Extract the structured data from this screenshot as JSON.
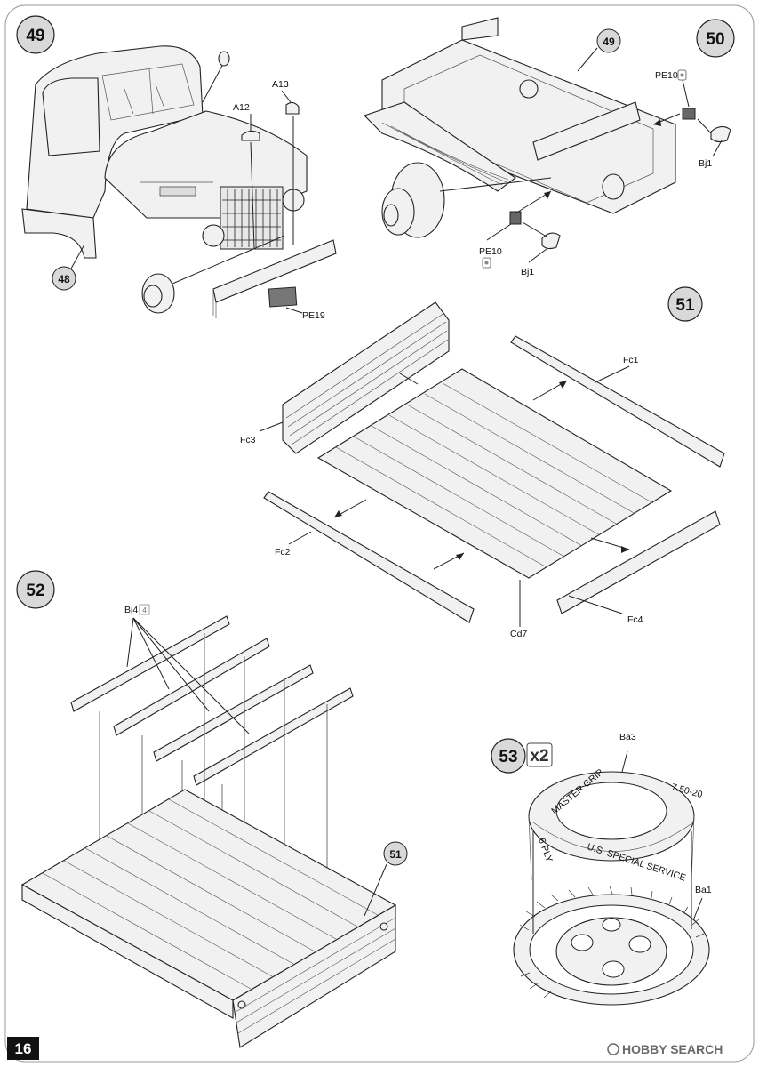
{
  "page_number": "16",
  "watermark": "HOBBY SEARCH",
  "steps": [
    {
      "number": "49",
      "parts": [
        "A13",
        "A12",
        "PE19"
      ],
      "ref_badges": [
        "48"
      ]
    },
    {
      "number": "50",
      "parts": [
        "PE10",
        "Bj1",
        "PE10",
        "Bj1"
      ],
      "ref_badges": [
        "49"
      ]
    },
    {
      "number": "51",
      "parts": [
        "Fc1",
        "Fc3",
        "Fc2",
        "Cd7",
        "Fc4"
      ],
      "ref_badges": []
    },
    {
      "number": "52",
      "parts": [
        "Bj4"
      ],
      "part_qty": "4",
      "ref_badges": [
        "51"
      ]
    },
    {
      "number": "53",
      "qty": "x2",
      "parts": [
        "Ba3",
        "Ba1"
      ],
      "ref_badges": []
    }
  ],
  "tire_markings": [
    "MASTER GRIP",
    "U.S. SPECIAL SERVICE",
    "7.50-20",
    "6 PLY"
  ]
}
